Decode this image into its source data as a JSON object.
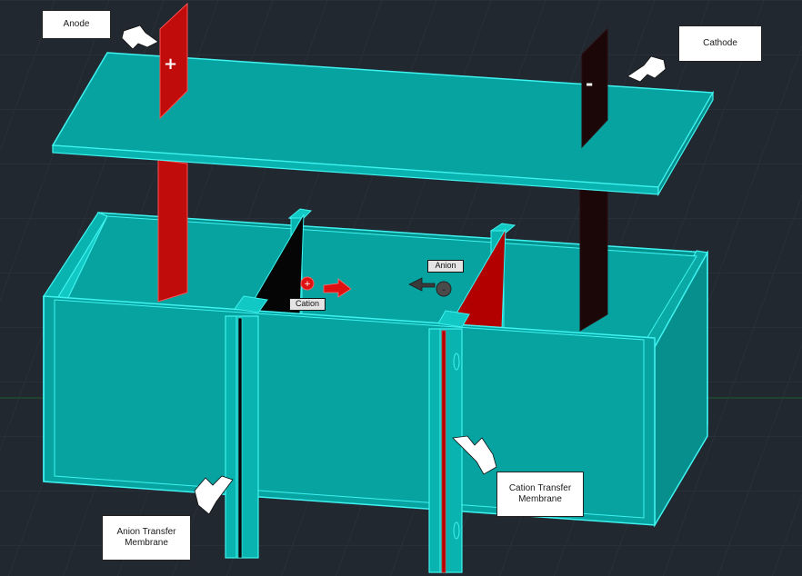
{
  "labels": {
    "anode": "Anode",
    "cathode": "Cathode",
    "anion_membrane": "Anion Transfer\nMembrane",
    "cation_membrane": "Cation Transfer\nMembrane"
  },
  "ions": {
    "cation_tag": "Cation",
    "anion_tag": "Anion",
    "cation_symbol": "+",
    "anion_symbol": "-"
  },
  "electrodes": {
    "anode_sign": "+",
    "cathode_sign": "-"
  },
  "colors": {
    "background": "#212830",
    "tank_face": "#06a3a1",
    "tank_edge": "#3ff3f0",
    "anode": "#c10c0c",
    "cathode": "#1b0608",
    "cation_membrane": "#b20000",
    "anion_membrane": "#050505",
    "cation_ion": "#e01010",
    "anion_ion": "#4a4a4a",
    "callout_arrow": "#ffffff"
  }
}
